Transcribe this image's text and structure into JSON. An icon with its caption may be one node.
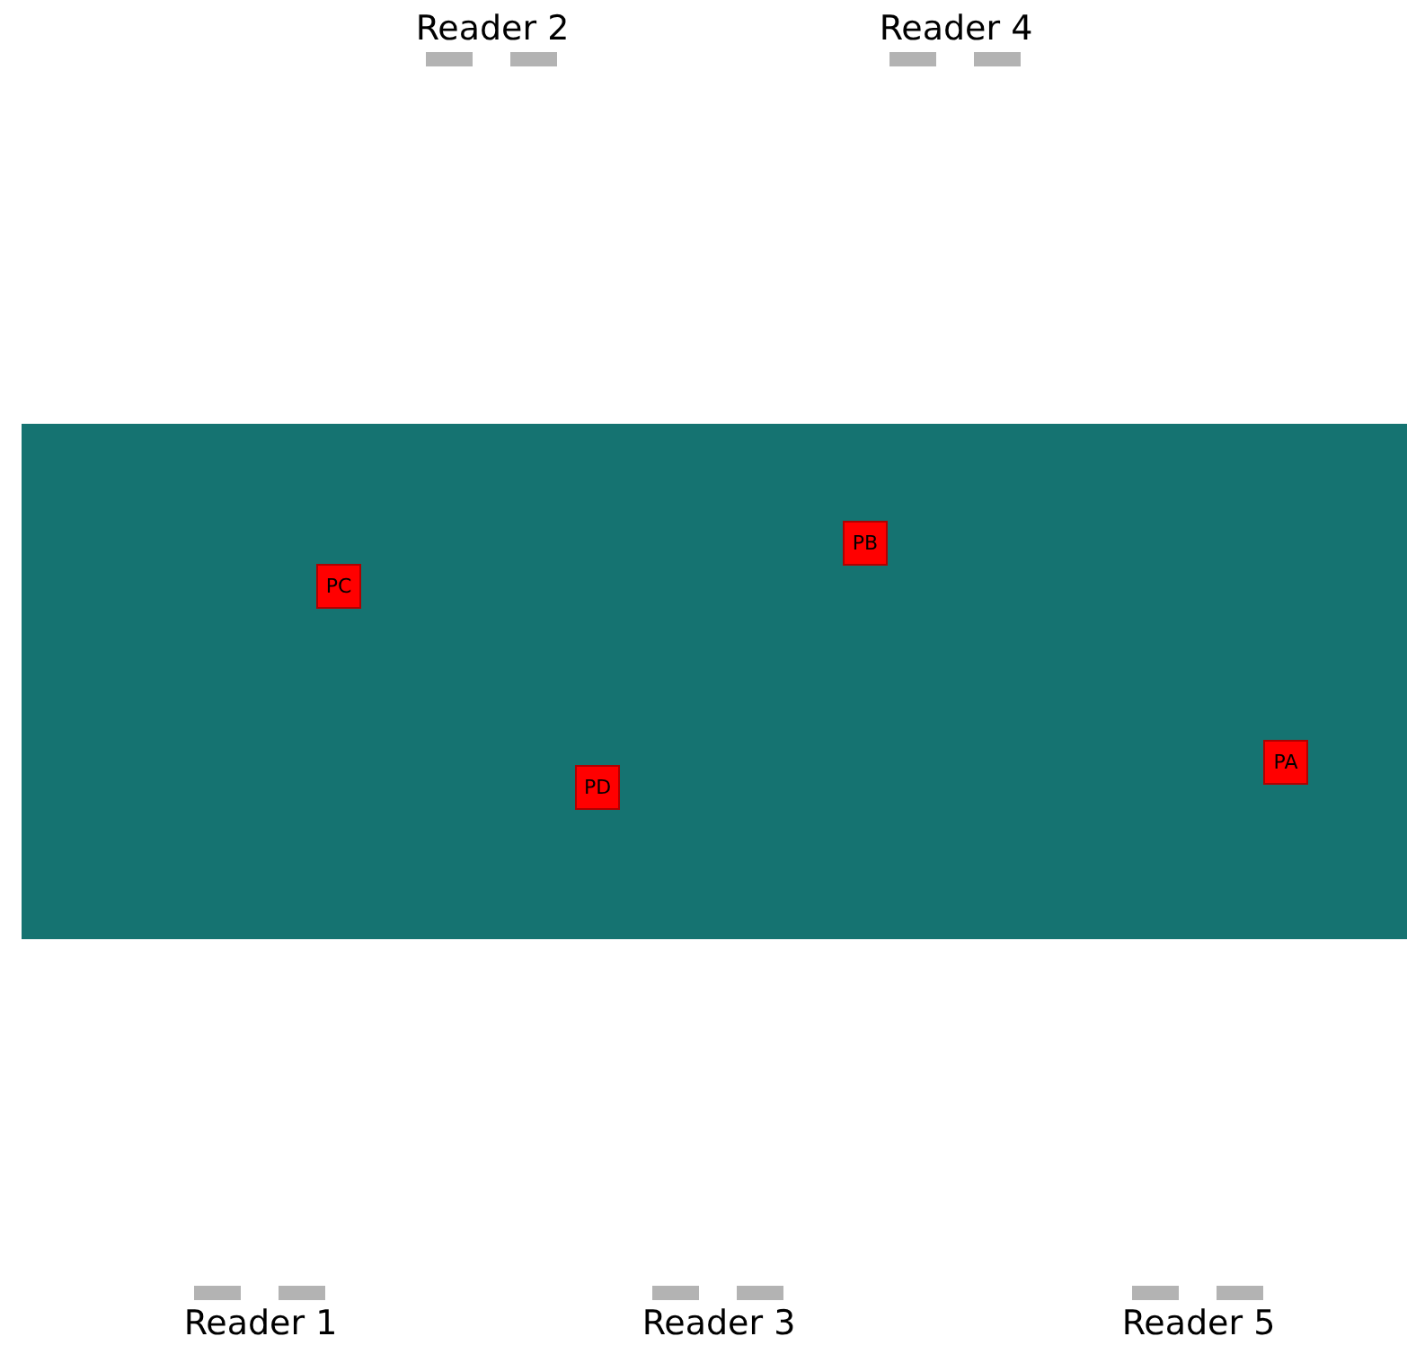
{
  "diagram": {
    "nodes": [
      {
        "text": [
          "Reader 2"
        ]
      },
      {
        "text": [
          "Reader 4"
        ]
      },
      {
        "text": [],
        "shape": "box"
      },
      {
        "text": [
          "PB"
        ],
        "in": 2
      },
      {
        "text": [
          "PC"
        ],
        "in": 2
      },
      {
        "text": [
          "PA"
        ],
        "in": 2
      },
      {
        "text": [
          "PD"
        ],
        "in": 2
      },
      {
        "text": [
          "Reader 1"
        ]
      },
      {
        "text": [
          "Reader 3"
        ]
      },
      {
        "text": [
          "Reader 5"
        ]
      }
    ]
  }
}
